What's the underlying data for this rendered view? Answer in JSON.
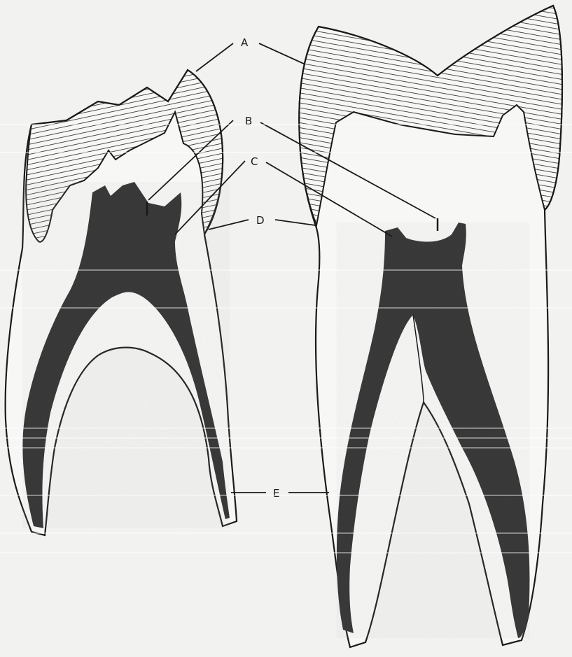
{
  "labels": {
    "a": "A",
    "b": "B",
    "c": "C",
    "d": "D",
    "e": "E"
  },
  "colors": {
    "background": "#f2f2f0",
    "line": "#1a1a1a",
    "pulp": "#3a3a3a",
    "hatch": "#222222"
  }
}
